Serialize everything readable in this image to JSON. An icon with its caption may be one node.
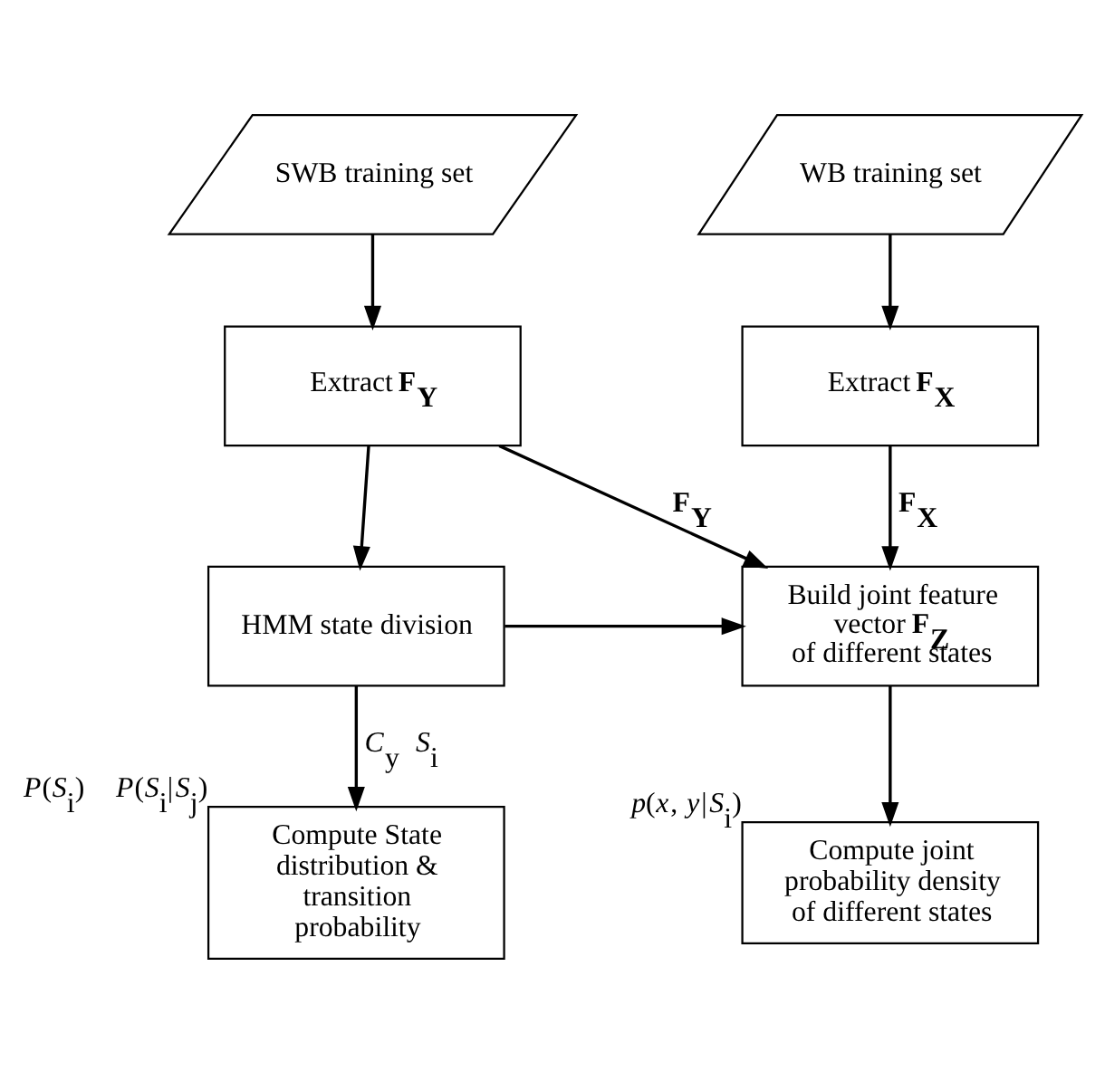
{
  "diagram": {
    "nodes": [
      {
        "text": [
          "SWB training set"
        ]
      },
      {
        "text": [
          "WB training set"
        ]
      },
      {
        "text": [
          "Extract **F$_{Y}$**"
        ]
      },
      {
        "text": [
          "Extract **F$_{X}$**"
        ]
      },
      {
        "text": [
          "HMM state division"
        ]
      },
      {
        "text": [
          "Build joint feature vector **F$_{Z}$** of different states"
        ]
      },
      {
        "text": [
          "Compute State distribution & transition probability"
        ],
        "beside": [
          "*P*(*S*$_{i}$)",
          "*P*(*S*$_{i}$|*S*$_{j}$)"
        ]
      },
      {
        "text": [
          "Compute joint probability density of different states"
        ],
        "beside": [
          "*p*(*x*, *y*|*S*$_{i}$)"
        ]
      }
    ],
    "edges": [
      {
        "from": 0,
        "to": 2,
        "arrow": "to"
      },
      {
        "from": 1,
        "to": 3,
        "arrow": "to"
      },
      {
        "from": 2,
        "to": 4,
        "arrow": "to"
      },
      {
        "from": 2,
        "to": 5,
        "arrow": "to",
        "label": "**F$_{Y}$**"
      },
      {
        "from": 3,
        "to": 5,
        "arrow": "to",
        "label": "**F$_{X}$**"
      },
      {
        "from": 4,
        "to": 5,
        "arrow": "to"
      },
      {
        "from": 4,
        "to": 6,
        "arrow": "to",
        "label": "*C*$_{y}$ *S*$_{i}$"
      },
      {
        "from": 5,
        "to": 7,
        "arrow": "to"
      }
    ]
  }
}
